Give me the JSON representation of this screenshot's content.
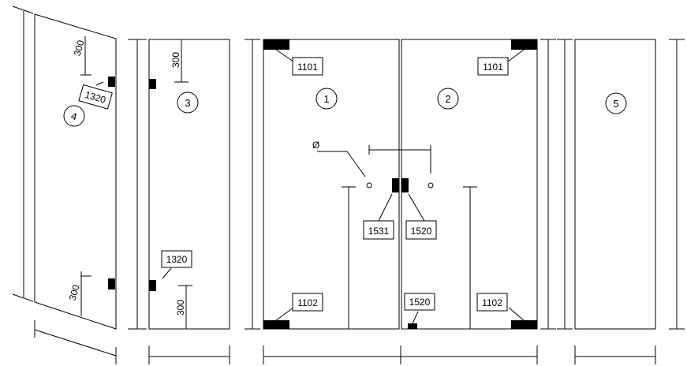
{
  "panels": {
    "p1": "1",
    "p2": "2",
    "p3": "3",
    "p4": "4",
    "p5": "5"
  },
  "labels": {
    "top_left_1101": "1101",
    "top_right_1101": "1101",
    "bottom_left_1102": "1102",
    "bottom_right_1102": "1102",
    "handle_1531": "1531",
    "handle_1520": "1520",
    "floor_1520": "1520",
    "hinge_1320_panel3": "1320",
    "hinge_1320_panel4": "1320"
  },
  "dimensions": {
    "panel4_top": "300",
    "panel4_bottom": "300",
    "panel3_top": "300",
    "panel3_bottom": "300",
    "diameter_symbol": "Ø"
  }
}
